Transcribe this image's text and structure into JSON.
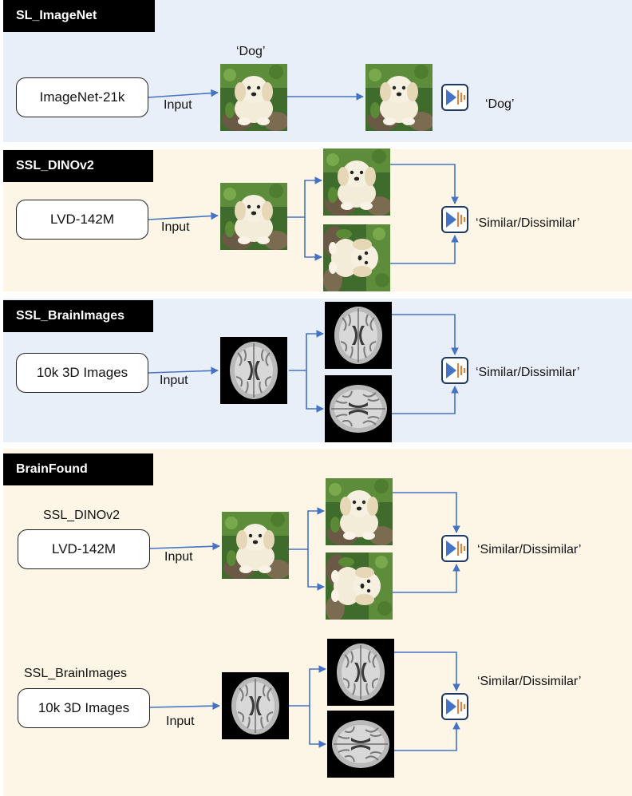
{
  "panels": {
    "sl_imagenet": {
      "title": "SL_ImageNet",
      "dataset": "ImageNet-21k",
      "input_label": "Input",
      "top_label": "‘Dog’",
      "output": "‘Dog’"
    },
    "ssl_dinov2": {
      "title": "SSL_DINOv2",
      "dataset": "LVD-142M",
      "input_label": "Input",
      "output": "‘Similar/Dissimilar’"
    },
    "ssl_brain": {
      "title": "SSL_BrainImages",
      "dataset": "10k 3D Images",
      "input_label": "Input",
      "output": "‘Similar/Dissimilar’"
    },
    "brainfound": {
      "title": "BrainFound",
      "branch1": {
        "caption": "SSL_DINOv2",
        "dataset": "LVD-142M",
        "input_label": "Input",
        "output": "‘Similar/Dissimilar’"
      },
      "branch2": {
        "caption": "SSL_BrainImages",
        "dataset": "10k 3D Images",
        "input_label": "Input",
        "output": "‘Similar/Dissimilar’"
      }
    }
  },
  "colors": {
    "arrow": "#4472c4",
    "model_blue": "#4472c4",
    "model_orange": "#ed7d31",
    "title_bg": "#000000",
    "blue_panel": "#e9eff8",
    "yellow_panel": "#fdf6e6"
  }
}
